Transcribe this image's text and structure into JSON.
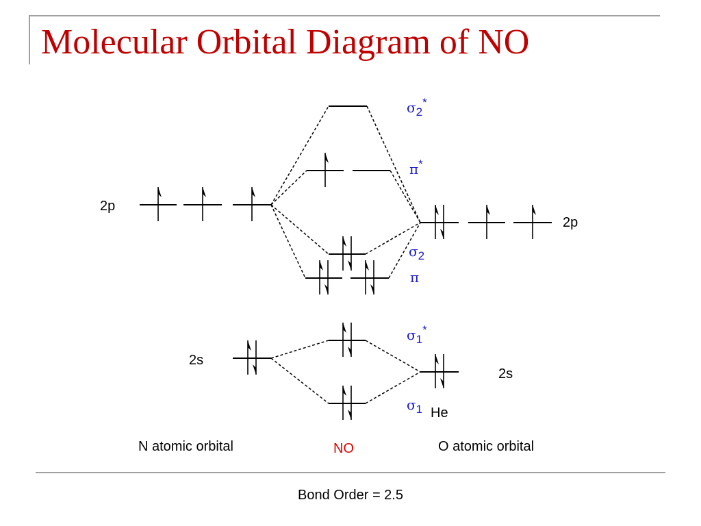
{
  "title": "Molecular Orbital Diagram of NO",
  "footer": "Bond Order = 2.5",
  "colors": {
    "title": "#c00000",
    "mo_label": "#1a1acc",
    "molecule_label": "#e00000",
    "rule": "#a0a0a0"
  },
  "labels": {
    "n_2p": "2p",
    "n_2s": "2s",
    "o_2p": "2p",
    "o_2s": "2s",
    "he": "He",
    "n_atomic": "N atomic orbital",
    "no": "NO",
    "o_atomic": "O atomic orbital"
  },
  "mo_labels": {
    "sigma2_star": {
      "symbol": "σ",
      "sub": "2",
      "sup": "*"
    },
    "pi_star": {
      "symbol": "π",
      "sup": "*"
    },
    "sigma2": {
      "symbol": "σ",
      "sub": "2"
    },
    "pi": {
      "symbol": "π"
    },
    "sigma1_star": {
      "symbol": "σ",
      "sub": "1",
      "sup": "*"
    },
    "sigma1": {
      "symbol": "σ",
      "sub": "1"
    }
  },
  "occupancy": {
    "n_2p": [
      1,
      1,
      1
    ],
    "o_2p": [
      2,
      1,
      1
    ],
    "sigma2_star": [
      0
    ],
    "pi_star": [
      1,
      0
    ],
    "sigma2": [
      2
    ],
    "pi": [
      2,
      2
    ],
    "n_2s": [
      2
    ],
    "o_2s": [
      2
    ],
    "sigma1_star": [
      2
    ],
    "sigma1": [
      2
    ]
  }
}
